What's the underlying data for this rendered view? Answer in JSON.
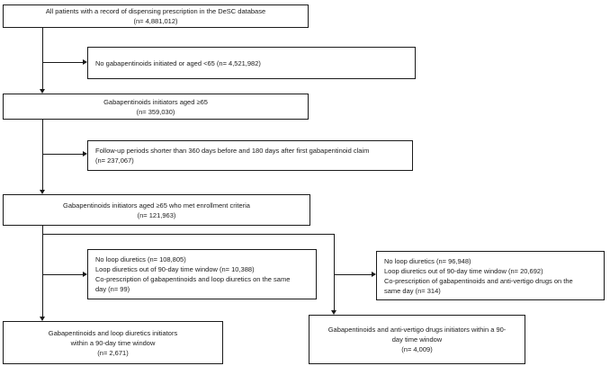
{
  "figure": {
    "type": "patient-flow-diagram",
    "colors": {
      "border": "#1a1a1a",
      "text": "#1a1a1a",
      "background": "#ffffff"
    },
    "boxes": {
      "all_patients": {
        "lines": [
          "All patients with a record of dispensing prescription in the DeSC database",
          "(n= 4,881,012)"
        ]
      },
      "excluded_no_gabapentinoids": {
        "lines": [
          "No gabapentinoids initiated or aged <65 (n= 4,521,982)"
        ]
      },
      "initiators_aged_65": {
        "lines": [
          "Gabapentinoids initiators aged ≥65",
          "(n= 359,030)"
        ]
      },
      "excluded_short_followup": {
        "lines": [
          "Follow-up periods shorter than 360 days before and 180 days after first gabapentinoid claim",
          "(n= 237,067)"
        ]
      },
      "met_enrollment": {
        "lines": [
          "Gabapentinoids initiators aged ≥65 who met enrollment criteria",
          "(n= 121,963)"
        ]
      },
      "excluded_loop_diuretics_arm": {
        "lines": [
          "No loop diuretics (n= 108,805)",
          "Loop diuretics out of 90-day time window (n= 10,388)",
          "Co-prescription of gabapentinoids and loop diuretics on the same",
          "day (n= 99)"
        ]
      },
      "excluded_anti_vertigo_arm": {
        "lines": [
          "No loop diuretics (n= 96,948)",
          "Loop diuretics out of 90-day time window (n= 20,692)",
          "Co-prescription of gabapentinoids and anti-vertigo drugs on the",
          "same day (n= 314)"
        ]
      },
      "cohort_loop_diuretics": {
        "lines": [
          "Gabapentinoids and loop diuretics initiators",
          "within a 90-day time window",
          "(n= 2,671)"
        ]
      },
      "cohort_anti_vertigo": {
        "lines": [
          "Gabapentinoids and anti-vertigo drugs initiators within a 90-",
          "day time window",
          "(n= 4,009)"
        ]
      }
    }
  }
}
